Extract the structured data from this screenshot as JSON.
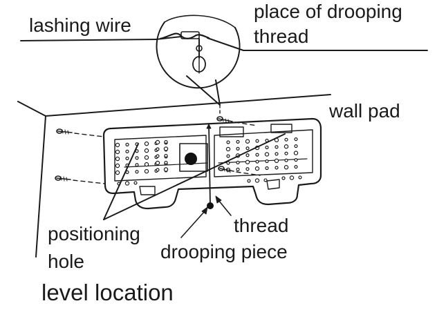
{
  "labels": {
    "lashing_wire": "lashing wire",
    "place_line1": "place of drooping",
    "place_line2": "thread",
    "wall_pad": "wall pad",
    "positioning_line1": "positioning",
    "positioning_line2": "hole",
    "thread": "thread",
    "drooping_piece": "drooping piece",
    "level_location": "level location"
  },
  "colors": {
    "ink": "#1a1a1a",
    "background": "#ffffff",
    "fill_dark": "#111111"
  }
}
